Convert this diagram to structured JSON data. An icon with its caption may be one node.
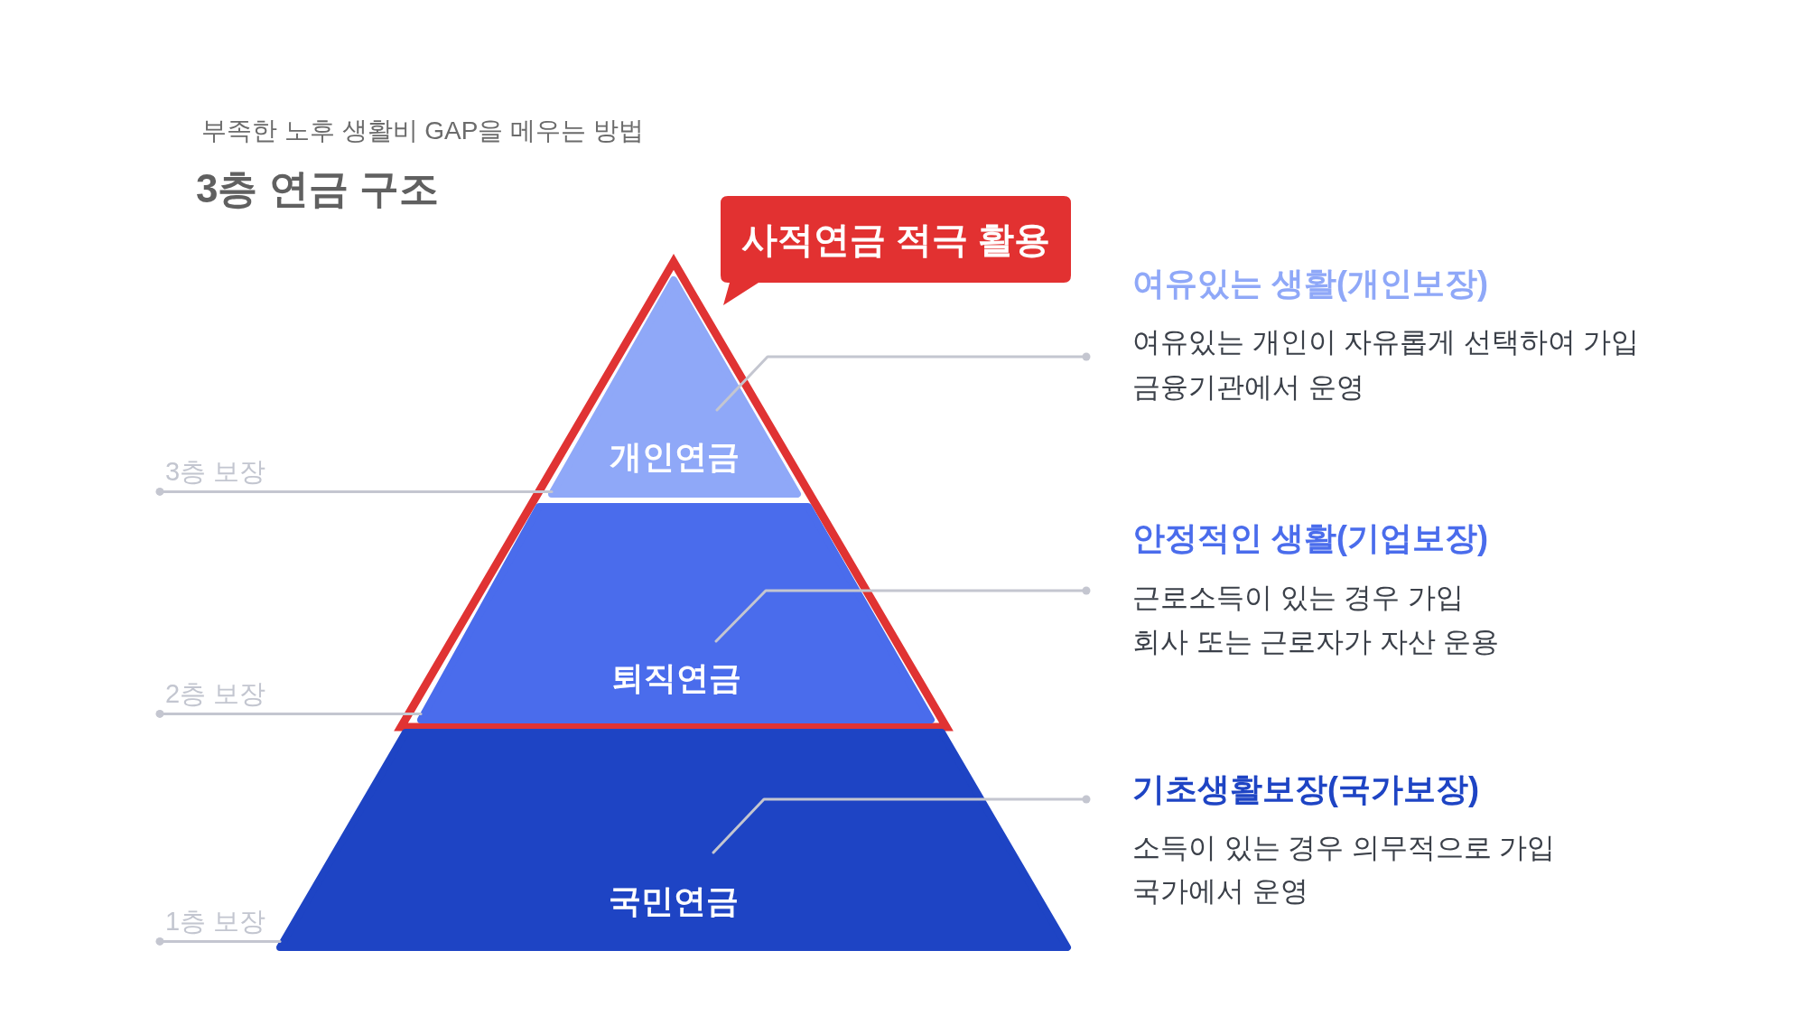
{
  "diagram": {
    "title": "3층 연금 구조",
    "nodes": [
      {
        "text": [
          "사적연금 적극 활용"
        ]
      },
      {
        "text": [],
        "shape": "triangle"
      },
      {
        "text": [
          "개인연금"
        ],
        "in": 1
      },
      {
        "text": [
          "퇴직연금"
        ],
        "in": 1
      },
      {
        "text": [
          "국민연금"
        ]
      },
      {
        "text": [
          "3층 보장"
        ]
      },
      {
        "text": [
          "2층 보장"
        ]
      },
      {
        "text": [
          "1층 보장"
        ]
      },
      {
        "text": [
          "여유있는 생활(개인보장)",
          "여유있는 개인이 자유롭게 선택하여 가입",
          "금융기관에서 운영"
        ]
      },
      {
        "text": [
          "안정적인 생활(기업보장)",
          "근로소득이 있는 경우 가입",
          "회사 또는 근로자가 자산 운용"
        ]
      },
      {
        "text": [
          "기초생활보장(국가보장)",
          "소득이 있는 경우 의무적으로 가입",
          "국가에서 운영"
        ]
      }
    ],
    "edges": [
      {
        "from": 2,
        "to": 5,
        "arrow": "other"
      },
      {
        "from": 3,
        "to": 6,
        "arrow": "other"
      },
      {
        "from": 4,
        "to": 7,
        "arrow": "other"
      },
      {
        "from": 2,
        "to": 8,
        "arrow": "other"
      },
      {
        "from": 3,
        "to": 9,
        "arrow": "other"
      },
      {
        "from": 4,
        "to": 10,
        "arrow": "other"
      }
    ],
    "labels": [
      "부족한 노후 생활비 GAP을 메우는 방법"
    ]
  }
}
